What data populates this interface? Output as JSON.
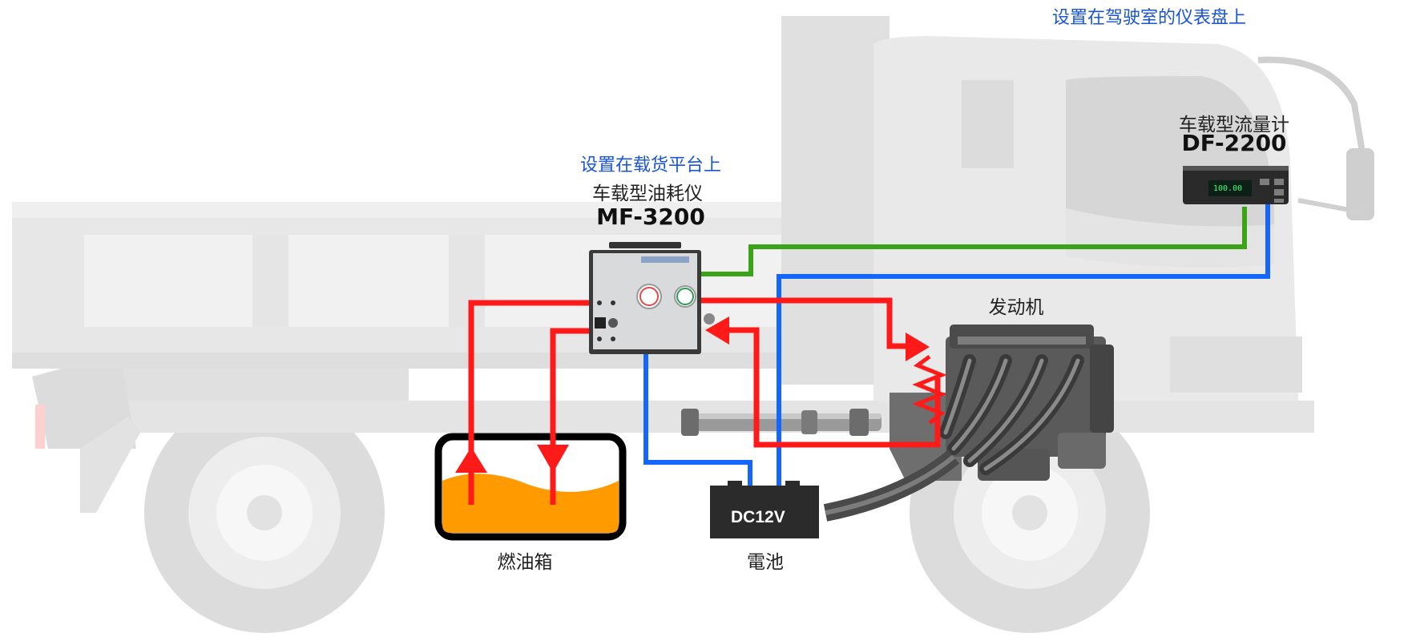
{
  "labels": {
    "dashboard_location": "设置在驾驶室的仪表盘上",
    "flowmeter_name": "车载型流量计",
    "flowmeter_model": "DF-2200",
    "platform_location": "设置在载货平台上",
    "fuel_meter_name": "车载型油耗仪",
    "fuel_meter_model": "MF-3200",
    "engine": "发动机",
    "fuel_tank": "燃油箱",
    "battery": "電池",
    "battery_voltage": "DC12V"
  },
  "device_display": {
    "reading": "100.00"
  },
  "colors": {
    "fuel_line": "#ff1a1a",
    "signal_line_green": "#3aa317",
    "power_line_blue": "#1466ff",
    "fuel": "#ff9a00",
    "label_blue": "#1a55d6",
    "truck_body": "#e6e6e6"
  },
  "icons": [
    "truck-illustration",
    "fuel-consumption-meter-device",
    "flowmeter-device",
    "engine-illustration",
    "fuel-tank",
    "battery",
    "driveshaft",
    "flow-arrow"
  ]
}
